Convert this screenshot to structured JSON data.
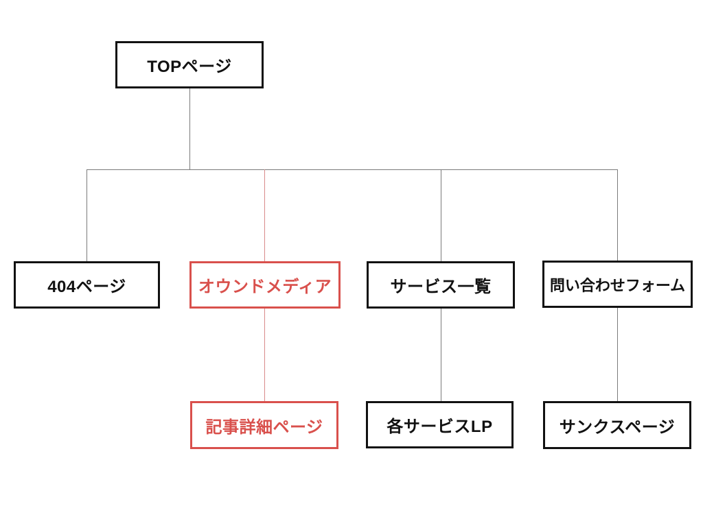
{
  "diagram": {
    "type": "sitemap-tree",
    "colors": {
      "box_black": "#111111",
      "box_red": "#d9504c",
      "line_gray": "#7a7a7a",
      "line_red": "#d98a8a",
      "background": "#ffffff"
    },
    "nodes": [
      {
        "id": "top-page",
        "label": "TOPページ",
        "variant": "black",
        "level": 1
      },
      {
        "id": "404-page",
        "label": "404ページ",
        "variant": "black",
        "level": 2
      },
      {
        "id": "owned-media",
        "label": "オウンドメディア",
        "variant": "red",
        "level": 2
      },
      {
        "id": "service-list",
        "label": "サービス一覧",
        "variant": "black",
        "level": 2
      },
      {
        "id": "contact-form",
        "label": "問い合わせフォーム",
        "variant": "black",
        "level": 2
      },
      {
        "id": "article-detail",
        "label": "記事詳細ページ",
        "variant": "red",
        "level": 3
      },
      {
        "id": "service-lp",
        "label": "各サービスLP",
        "variant": "black",
        "level": 3
      },
      {
        "id": "thanks-page",
        "label": "サンクスページ",
        "variant": "black",
        "level": 3
      }
    ],
    "edges": [
      {
        "from": "top-page",
        "to": "404-page",
        "color": "gray"
      },
      {
        "from": "top-page",
        "to": "owned-media",
        "color": "red"
      },
      {
        "from": "top-page",
        "to": "service-list",
        "color": "gray"
      },
      {
        "from": "top-page",
        "to": "contact-form",
        "color": "gray"
      },
      {
        "from": "owned-media",
        "to": "article-detail",
        "color": "red"
      },
      {
        "from": "service-list",
        "to": "service-lp",
        "color": "gray"
      },
      {
        "from": "contact-form",
        "to": "thanks-page",
        "color": "gray"
      }
    ]
  }
}
